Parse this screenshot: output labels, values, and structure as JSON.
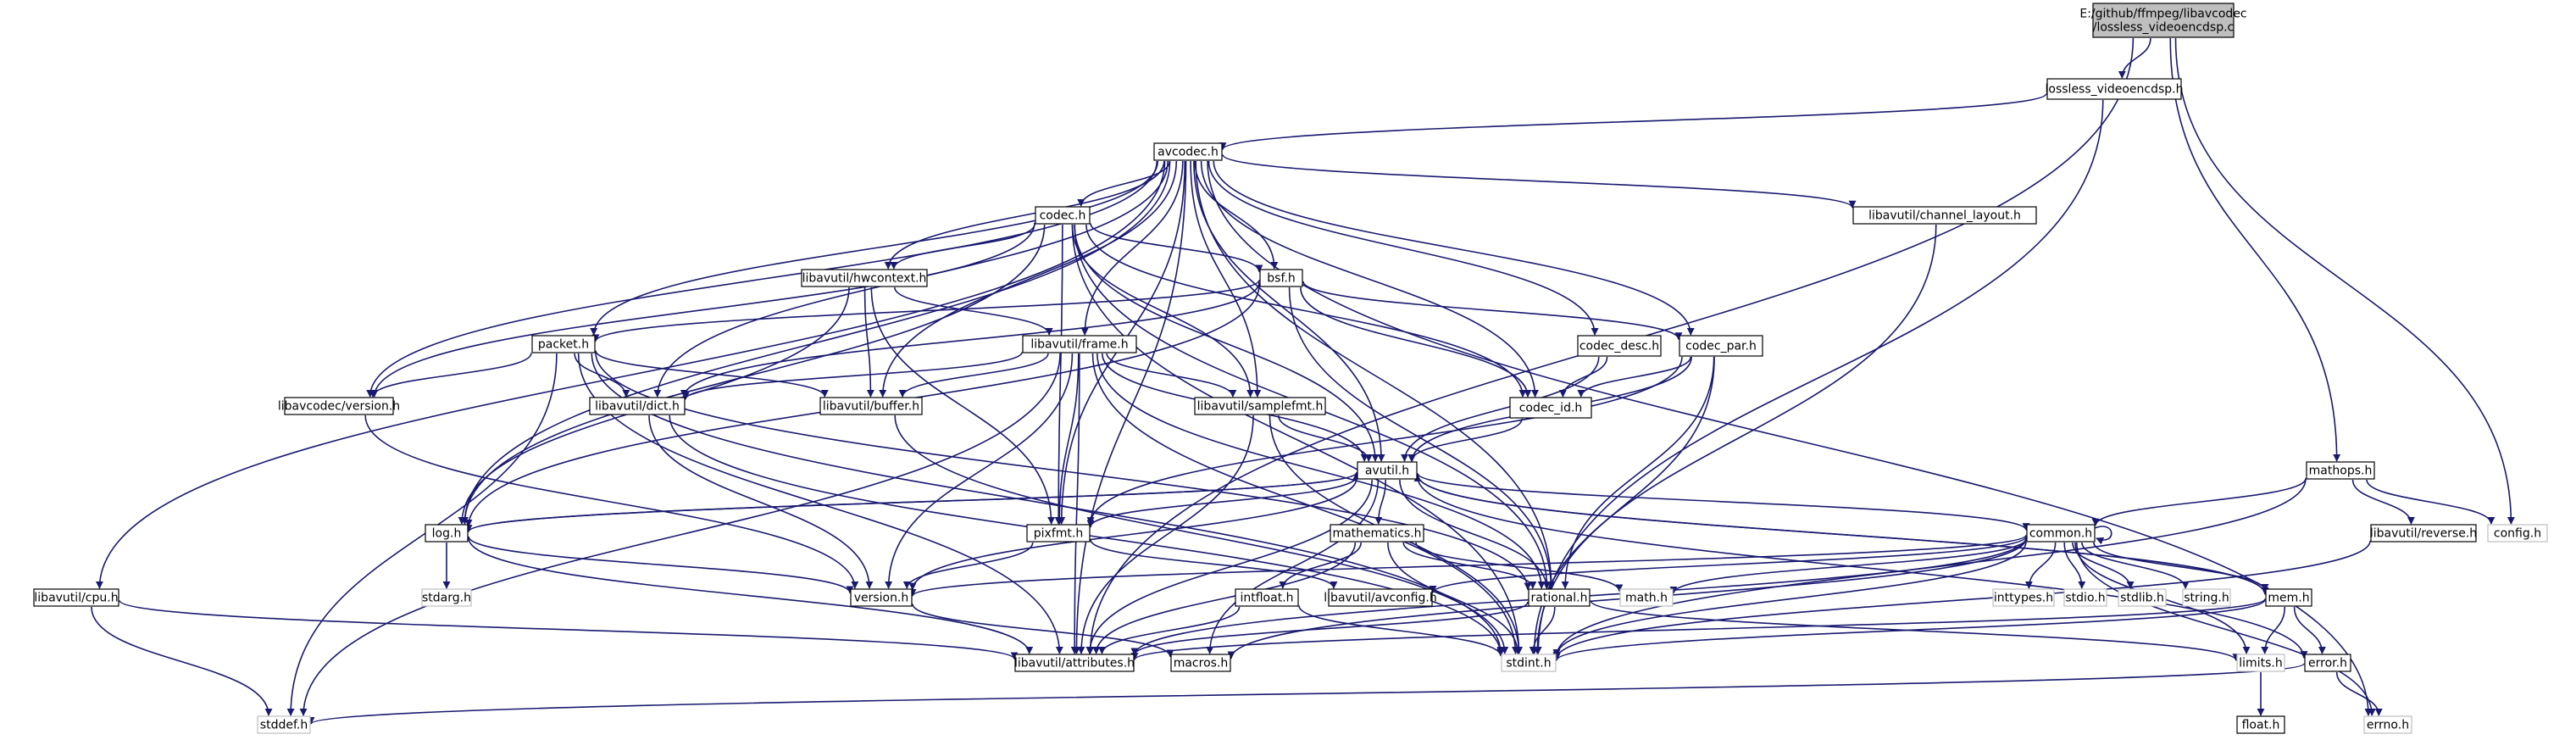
{
  "colors": {
    "edge": "#191970",
    "border": "#000000",
    "external_border": "#bfbfbf",
    "root_fill": "#bfbfbf",
    "node_fill": "#ffffff",
    "text": "#000000"
  },
  "nodes": [
    {
      "id": "root",
      "label": [
        "E:/github/ffmpeg/libavcodec",
        "/lossless_videoencdsp.c"
      ],
      "kind": "root"
    },
    {
      "id": "lvh",
      "label": [
        "lossless_videoencdsp.h"
      ],
      "kind": "file"
    },
    {
      "id": "avcodec",
      "label": [
        "avcodec.h"
      ],
      "kind": "file"
    },
    {
      "id": "codec",
      "label": [
        "codec.h"
      ],
      "kind": "file"
    },
    {
      "id": "chlayout",
      "label": [
        "libavutil/channel_layout.h"
      ],
      "kind": "file"
    },
    {
      "id": "hwctx",
      "label": [
        "libavutil/hwcontext.h"
      ],
      "kind": "file"
    },
    {
      "id": "bsf",
      "label": [
        "bsf.h"
      ],
      "kind": "file"
    },
    {
      "id": "frame",
      "label": [
        "libavutil/frame.h"
      ],
      "kind": "file"
    },
    {
      "id": "packet",
      "label": [
        "packet.h"
      ],
      "kind": "file"
    },
    {
      "id": "codecdesc",
      "label": [
        "codec_desc.h"
      ],
      "kind": "file"
    },
    {
      "id": "codecpar",
      "label": [
        "codec_par.h"
      ],
      "kind": "file"
    },
    {
      "id": "lavcver",
      "label": [
        "libavcodec/version.h"
      ],
      "kind": "file"
    },
    {
      "id": "dict",
      "label": [
        "libavutil/dict.h"
      ],
      "kind": "file"
    },
    {
      "id": "buffer",
      "label": [
        "libavutil/buffer.h"
      ],
      "kind": "file"
    },
    {
      "id": "samplefmt",
      "label": [
        "libavutil/samplefmt.h"
      ],
      "kind": "file"
    },
    {
      "id": "codecid",
      "label": [
        "codec_id.h"
      ],
      "kind": "file"
    },
    {
      "id": "avutil",
      "label": [
        "avutil.h"
      ],
      "kind": "file"
    },
    {
      "id": "log",
      "label": [
        "log.h"
      ],
      "kind": "file"
    },
    {
      "id": "pixfmt",
      "label": [
        "pixfmt.h"
      ],
      "kind": "file"
    },
    {
      "id": "mathematics",
      "label": [
        "mathematics.h"
      ],
      "kind": "file"
    },
    {
      "id": "common",
      "label": [
        "common.h"
      ],
      "kind": "file"
    },
    {
      "id": "mathops",
      "label": [
        "mathops.h"
      ],
      "kind": "file"
    },
    {
      "id": "reverse",
      "label": [
        "libavutil/reverse.h"
      ],
      "kind": "file"
    },
    {
      "id": "config",
      "label": [
        "config.h"
      ],
      "kind": "external"
    },
    {
      "id": "cpu",
      "label": [
        "libavutil/cpu.h"
      ],
      "kind": "file"
    },
    {
      "id": "stdarg",
      "label": [
        "stdarg.h"
      ],
      "kind": "external"
    },
    {
      "id": "version",
      "label": [
        "version.h"
      ],
      "kind": "file"
    },
    {
      "id": "avconfig",
      "label": [
        "libavutil/avconfig.h"
      ],
      "kind": "file"
    },
    {
      "id": "intfloat",
      "label": [
        "intfloat.h"
      ],
      "kind": "file"
    },
    {
      "id": "rational",
      "label": [
        "rational.h"
      ],
      "kind": "file"
    },
    {
      "id": "math",
      "label": [
        "math.h"
      ],
      "kind": "external"
    },
    {
      "id": "inttypes",
      "label": [
        "inttypes.h"
      ],
      "kind": "external"
    },
    {
      "id": "stdio",
      "label": [
        "stdio.h"
      ],
      "kind": "external"
    },
    {
      "id": "stdlib",
      "label": [
        "stdlib.h"
      ],
      "kind": "external"
    },
    {
      "id": "string",
      "label": [
        "string.h"
      ],
      "kind": "external"
    },
    {
      "id": "mem",
      "label": [
        "mem.h"
      ],
      "kind": "file"
    },
    {
      "id": "attributes",
      "label": [
        "libavutil/attributes.h"
      ],
      "kind": "file"
    },
    {
      "id": "macros",
      "label": [
        "macros.h"
      ],
      "kind": "file"
    },
    {
      "id": "stdint",
      "label": [
        "stdint.h"
      ],
      "kind": "external"
    },
    {
      "id": "limits",
      "label": [
        "limits.h"
      ],
      "kind": "external"
    },
    {
      "id": "error",
      "label": [
        "error.h"
      ],
      "kind": "file"
    },
    {
      "id": "errno",
      "label": [
        "errno.h"
      ],
      "kind": "external"
    },
    {
      "id": "stddef",
      "label": [
        "stddef.h"
      ],
      "kind": "external"
    },
    {
      "id": "float",
      "label": [
        "float.h"
      ],
      "kind": "file"
    }
  ],
  "edges": [
    [
      "root",
      "lvh"
    ],
    [
      "root",
      "attributes"
    ],
    [
      "root",
      "mathops"
    ],
    [
      "root",
      "config"
    ],
    [
      "lvh",
      "avcodec"
    ],
    [
      "lvh",
      "stdint"
    ],
    [
      "avcodec",
      "codec"
    ],
    [
      "avcodec",
      "chlayout"
    ],
    [
      "avcodec",
      "hwctx"
    ],
    [
      "avcodec",
      "bsf"
    ],
    [
      "avcodec",
      "frame"
    ],
    [
      "avcodec",
      "packet"
    ],
    [
      "avcodec",
      "codecdesc"
    ],
    [
      "avcodec",
      "codecpar"
    ],
    [
      "avcodec",
      "lavcver"
    ],
    [
      "avcodec",
      "dict"
    ],
    [
      "avcodec",
      "buffer"
    ],
    [
      "avcodec",
      "samplefmt"
    ],
    [
      "avcodec",
      "codecid"
    ],
    [
      "avcodec",
      "avutil"
    ],
    [
      "avcodec",
      "log"
    ],
    [
      "avcodec",
      "pixfmt"
    ],
    [
      "avcodec",
      "rational"
    ],
    [
      "avcodec",
      "attributes"
    ],
    [
      "avcodec",
      "cpu"
    ],
    [
      "avcodec",
      "errno"
    ],
    [
      "codec",
      "hwctx"
    ],
    [
      "codec",
      "lavcver"
    ],
    [
      "codec",
      "codecid"
    ],
    [
      "codec",
      "samplefmt"
    ],
    [
      "codec",
      "avutil"
    ],
    [
      "codec",
      "pixfmt"
    ],
    [
      "codec",
      "rational"
    ],
    [
      "codec",
      "log"
    ],
    [
      "codec",
      "stdint"
    ],
    [
      "codec",
      "bsf"
    ],
    [
      "chlayout",
      "stdint"
    ],
    [
      "hwctx",
      "frame"
    ],
    [
      "hwctx",
      "buffer"
    ],
    [
      "hwctx",
      "pixfmt"
    ],
    [
      "hwctx",
      "log"
    ],
    [
      "bsf",
      "packet"
    ],
    [
      "bsf",
      "dict"
    ],
    [
      "bsf",
      "codecid"
    ],
    [
      "bsf",
      "codecpar"
    ],
    [
      "bsf",
      "log"
    ],
    [
      "bsf",
      "rational"
    ],
    [
      "frame",
      "dict"
    ],
    [
      "frame",
      "buffer"
    ],
    [
      "frame",
      "samplefmt"
    ],
    [
      "frame",
      "avutil"
    ],
    [
      "frame",
      "pixfmt"
    ],
    [
      "frame",
      "rational"
    ],
    [
      "frame",
      "stdint"
    ],
    [
      "frame",
      "version"
    ],
    [
      "frame",
      "attributes"
    ],
    [
      "frame",
      "stddef"
    ],
    [
      "packet",
      "lavcver"
    ],
    [
      "packet",
      "dict"
    ],
    [
      "packet",
      "buffer"
    ],
    [
      "packet",
      "rational"
    ],
    [
      "packet",
      "attributes"
    ],
    [
      "packet",
      "stdint"
    ],
    [
      "packet",
      "stddef"
    ],
    [
      "codecdesc",
      "codecid"
    ],
    [
      "codecdesc",
      "avutil"
    ],
    [
      "codecpar",
      "codecid"
    ],
    [
      "codecpar",
      "avutil"
    ],
    [
      "codecpar",
      "pixfmt"
    ],
    [
      "codecpar",
      "rational"
    ],
    [
      "codecpar",
      "stdint"
    ],
    [
      "lavcver",
      "version"
    ],
    [
      "dict",
      "version"
    ],
    [
      "dict",
      "stdint"
    ],
    [
      "buffer",
      "stdint"
    ],
    [
      "samplefmt",
      "avutil"
    ],
    [
      "samplefmt",
      "attributes"
    ],
    [
      "samplefmt",
      "stdint"
    ],
    [
      "codecid",
      "avutil"
    ],
    [
      "avutil",
      "log"
    ],
    [
      "avutil",
      "pixfmt"
    ],
    [
      "avutil",
      "mathematics"
    ],
    [
      "avutil",
      "common"
    ],
    [
      "avutil",
      "rational"
    ],
    [
      "avutil",
      "version"
    ],
    [
      "avutil",
      "macros"
    ],
    [
      "avutil",
      "error"
    ],
    [
      "avutil",
      "mem"
    ],
    [
      "avutil",
      "attributes"
    ],
    [
      "log",
      "avutil"
    ],
    [
      "log",
      "stdarg"
    ],
    [
      "log",
      "version"
    ],
    [
      "log",
      "attributes"
    ],
    [
      "pixfmt",
      "version"
    ],
    [
      "pixfmt",
      "avconfig"
    ],
    [
      "mathematics",
      "intfloat"
    ],
    [
      "mathematics",
      "rational"
    ],
    [
      "mathematics",
      "attributes"
    ],
    [
      "mathematics",
      "stdint"
    ],
    [
      "mathematics",
      "math"
    ],
    [
      "common",
      "avconfig"
    ],
    [
      "common",
      "version"
    ],
    [
      "common",
      "math"
    ],
    [
      "common",
      "inttypes"
    ],
    [
      "common",
      "stdio"
    ],
    [
      "common",
      "stdlib"
    ],
    [
      "common",
      "string"
    ],
    [
      "common",
      "mem"
    ],
    [
      "common",
      "attributes"
    ],
    [
      "common",
      "macros"
    ],
    [
      "common",
      "stdint"
    ],
    [
      "common",
      "limits"
    ],
    [
      "common",
      "errno"
    ],
    [
      "common",
      "common"
    ],
    [
      "mathops",
      "common"
    ],
    [
      "mathops",
      "reverse"
    ],
    [
      "mathops",
      "config"
    ],
    [
      "mathops",
      "stdint"
    ],
    [
      "reverse",
      "stdint"
    ],
    [
      "cpu",
      "attributes"
    ],
    [
      "cpu",
      "stddef"
    ],
    [
      "version",
      "macros"
    ],
    [
      "intfloat",
      "attributes"
    ],
    [
      "intfloat",
      "stdint"
    ],
    [
      "rational",
      "attributes"
    ],
    [
      "rational",
      "stdint"
    ],
    [
      "rational",
      "limits"
    ],
    [
      "mem",
      "attributes"
    ],
    [
      "mem",
      "error"
    ],
    [
      "mem",
      "limits"
    ],
    [
      "mem",
      "stdint"
    ],
    [
      "mem",
      "avutil"
    ],
    [
      "error",
      "errno"
    ],
    [
      "error",
      "stddef"
    ],
    [
      "limits",
      "float"
    ]
  ]
}
